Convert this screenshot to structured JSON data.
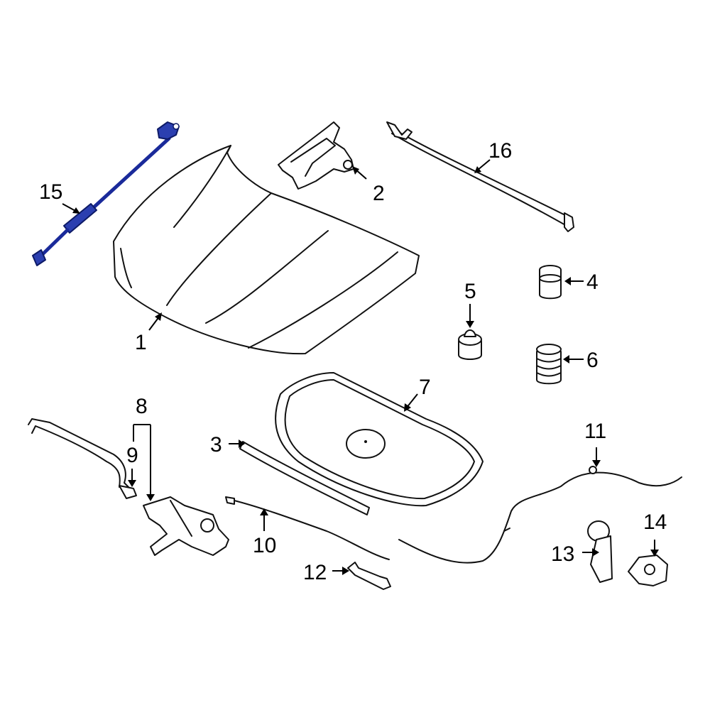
{
  "diagram": {
    "highlight_color": "#2b3fb0",
    "callouts": {
      "c1": "1",
      "c2": "2",
      "c3": "3",
      "c4": "4",
      "c5": "5",
      "c6": "6",
      "c7": "7",
      "c8": "8",
      "c9": "9",
      "c10": "10",
      "c11": "11",
      "c12": "12",
      "c13": "13",
      "c14": "14",
      "c15": "15",
      "c16": "16"
    }
  }
}
